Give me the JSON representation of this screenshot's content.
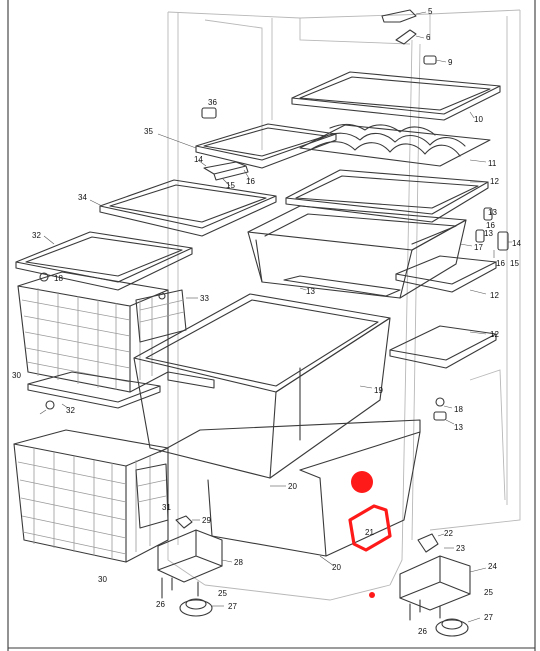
{
  "diagram": {
    "callouts": [
      {
        "id": "c5",
        "text": "5"
      },
      {
        "id": "c6",
        "text": "6"
      },
      {
        "id": "c9",
        "text": "9"
      },
      {
        "id": "c10",
        "text": "10"
      },
      {
        "id": "c11",
        "text": "11"
      },
      {
        "id": "c12a",
        "text": "12"
      },
      {
        "id": "c12b",
        "text": "12"
      },
      {
        "id": "c12c",
        "text": "12"
      },
      {
        "id": "c13a",
        "text": "13"
      },
      {
        "id": "c13b",
        "text": "13"
      },
      {
        "id": "c13c",
        "text": "13"
      },
      {
        "id": "c13d",
        "text": "13"
      },
      {
        "id": "c14a",
        "text": "14"
      },
      {
        "id": "c14b",
        "text": "14"
      },
      {
        "id": "c15a",
        "text": "15"
      },
      {
        "id": "c15b",
        "text": "15"
      },
      {
        "id": "c16a",
        "text": "16"
      },
      {
        "id": "c16b",
        "text": "16"
      },
      {
        "id": "c16c",
        "text": "16"
      },
      {
        "id": "c17",
        "text": "17"
      },
      {
        "id": "c18a",
        "text": "18"
      },
      {
        "id": "c18b",
        "text": "18"
      },
      {
        "id": "c19",
        "text": "19"
      },
      {
        "id": "c20a",
        "text": "20"
      },
      {
        "id": "c20b",
        "text": "20"
      },
      {
        "id": "c21",
        "text": "21"
      },
      {
        "id": "c22",
        "text": "22"
      },
      {
        "id": "c23",
        "text": "23"
      },
      {
        "id": "c24",
        "text": "24"
      },
      {
        "id": "c25a",
        "text": "25"
      },
      {
        "id": "c25b",
        "text": "25"
      },
      {
        "id": "c26a",
        "text": "26"
      },
      {
        "id": "c26b",
        "text": "26"
      },
      {
        "id": "c27a",
        "text": "27"
      },
      {
        "id": "c27b",
        "text": "27"
      },
      {
        "id": "c28",
        "text": "28"
      },
      {
        "id": "c29",
        "text": "29"
      },
      {
        "id": "c30a",
        "text": "30"
      },
      {
        "id": "c30b",
        "text": "30"
      },
      {
        "id": "c31",
        "text": "31"
      },
      {
        "id": "c32a",
        "text": "32"
      },
      {
        "id": "c32b",
        "text": "32"
      },
      {
        "id": "c33",
        "text": "33"
      },
      {
        "id": "c34",
        "text": "34"
      },
      {
        "id": "c35",
        "text": "35"
      },
      {
        "id": "c36",
        "text": "36"
      }
    ],
    "colors": {
      "line": "#3a3a3a",
      "frame": "#b8b8b8",
      "highlight": "#ff1a1a"
    }
  }
}
